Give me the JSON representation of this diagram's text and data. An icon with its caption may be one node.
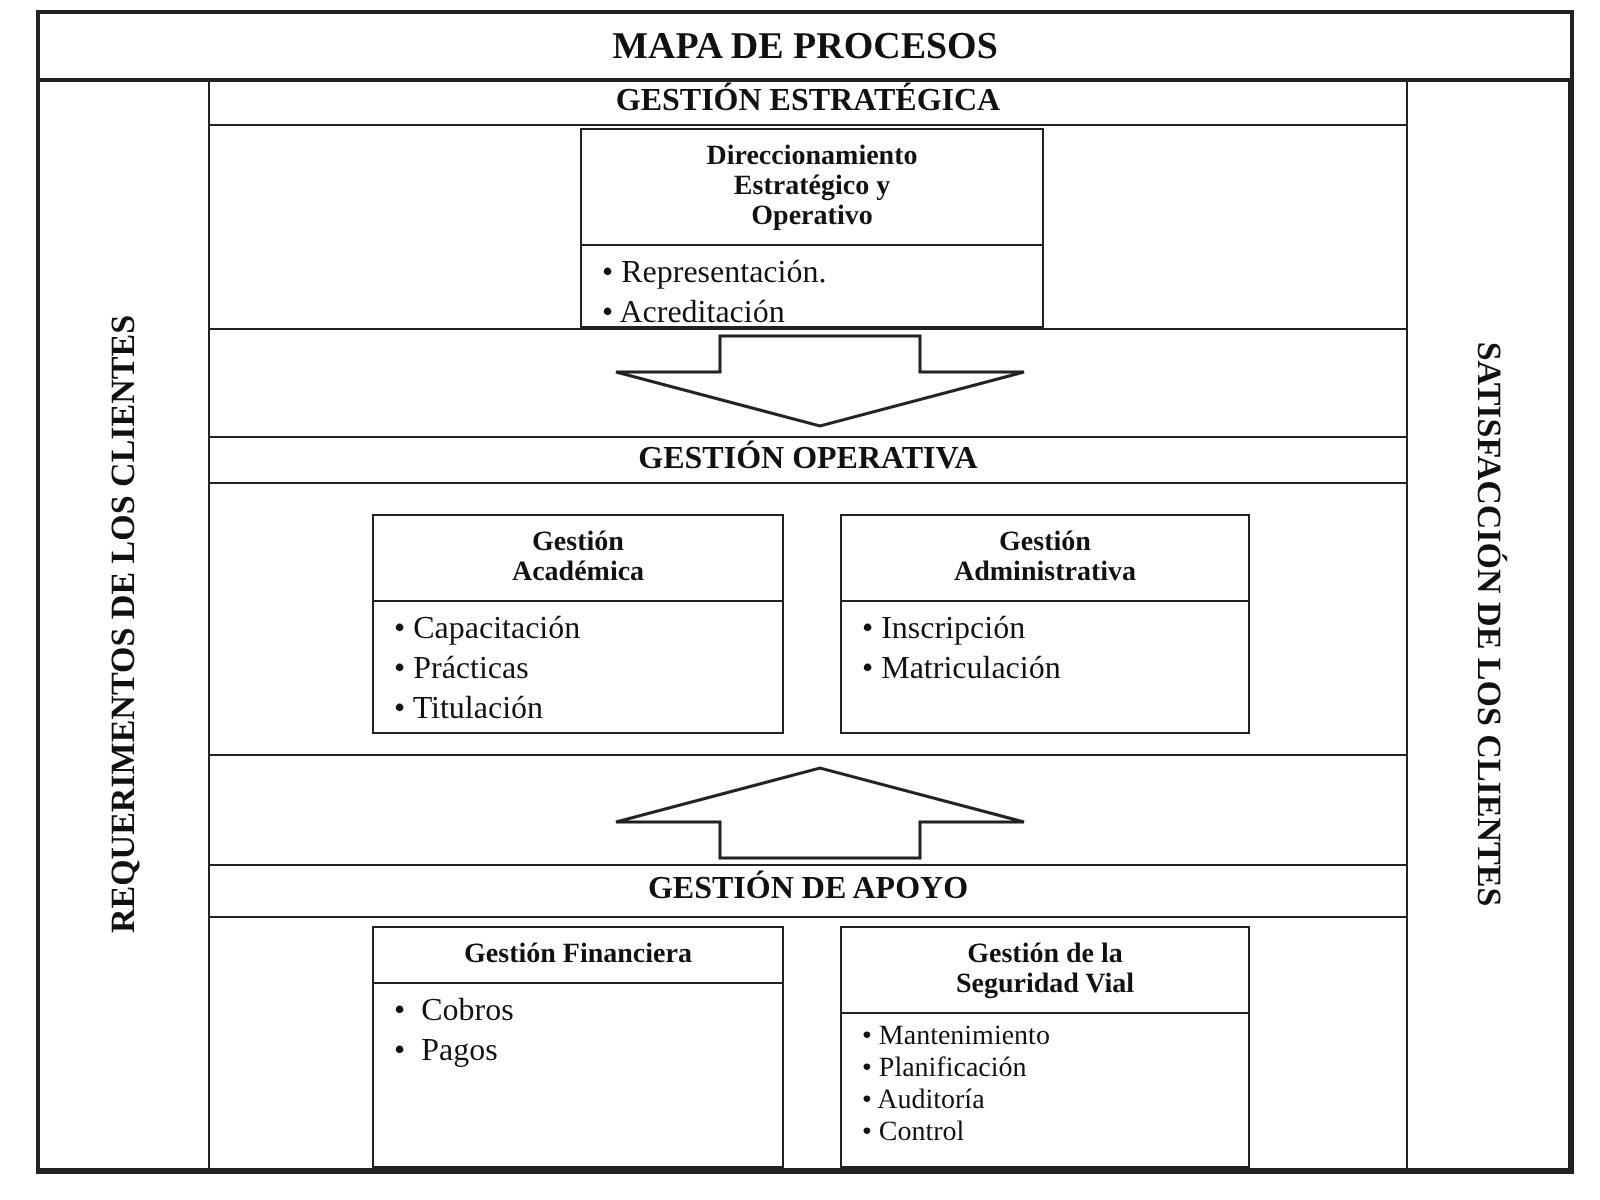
{
  "diagram": {
    "title": "MAPA DE PROCESOS",
    "nodes": [
      {
        "text": [
          "REQUERIMENTOS DE LOS CLIENTES"
        ]
      },
      {
        "text": [
          "GESTIÓN ESTRATÉGICA"
        ]
      },
      {
        "text": [
          "Direccionamiento Estratégico y Operativo",
          "• Representación.",
          "• Acreditación"
        ],
        "in": 1
      },
      {
        "text": [
          "GESTIÓN OPERATIVA"
        ]
      },
      {
        "text": [
          "Gestión Académica",
          "• Capacitación",
          "• Prácticas",
          "• Titulación"
        ],
        "in": 3
      },
      {
        "text": [
          "Gestión Administrativa",
          "• Inscripción",
          "• Matriculación"
        ],
        "in": 3
      },
      {
        "text": [
          "GESTIÓN DE APOYO"
        ]
      },
      {
        "text": [
          "Gestión Financiera",
          "•  Cobros",
          "•  Pagos"
        ],
        "in": 6
      },
      {
        "text": [
          "Gestión de la Seguridad Vial",
          "• Mantenimiento",
          "• Planificación",
          "• Auditoría",
          "• Control"
        ],
        "in": 6
      },
      {
        "text": [
          "SATISFACCIÓN DE LOS CLIENTES"
        ]
      }
    ],
    "edges": [
      {
        "from": 1,
        "to": 3,
        "arrow": "to"
      },
      {
        "from": 6,
        "to": 3,
        "arrow": "to"
      }
    ]
  }
}
